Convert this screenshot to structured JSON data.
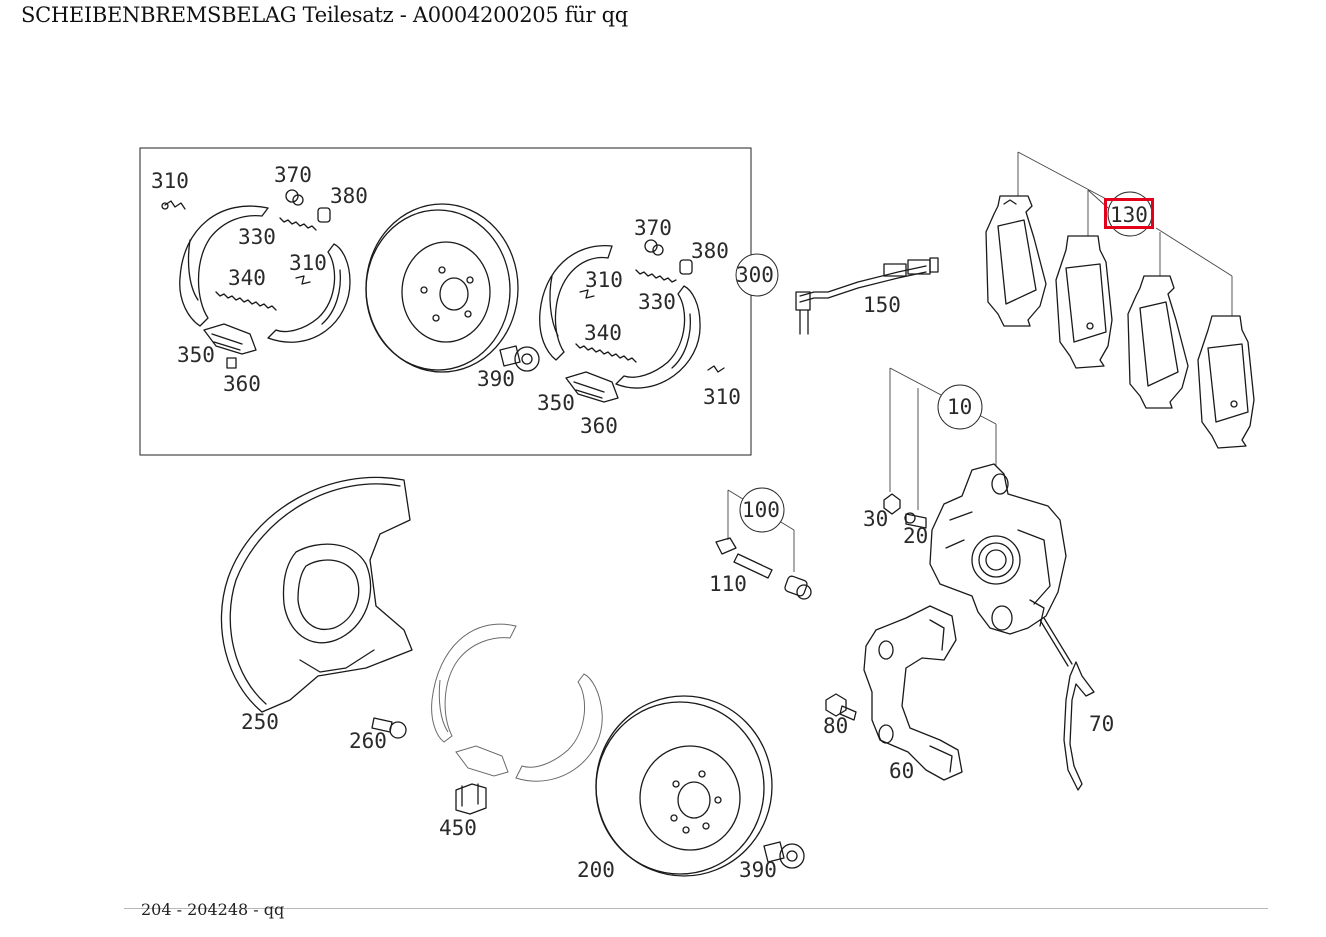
{
  "title": "SCHEIBENBREMSBELAG Teilesatz - A0004200205 für qq",
  "footer": "204 - 204248 - qq",
  "highlight": {
    "label": "130",
    "color": "#e3001b"
  },
  "callouts": {
    "c310a": "310",
    "c370a": "370",
    "c380a": "380",
    "c330a": "330",
    "c310b": "310",
    "c340a": "340",
    "c350a": "350",
    "c360a": "360",
    "c370b": "370",
    "c380b": "380",
    "c310c": "310",
    "c330b": "330",
    "c340b": "340",
    "c390a": "390",
    "c350b": "350",
    "c360b": "360",
    "c310d": "310",
    "c300": "300",
    "c150": "150",
    "c130": "130",
    "c10": "10",
    "c100": "100",
    "c30": "30",
    "c20": "20",
    "c110": "110",
    "c250": "250",
    "c260": "260",
    "c80": "80",
    "c70": "70",
    "c60": "60",
    "c450": "450",
    "c200": "200",
    "c390b": "390"
  }
}
